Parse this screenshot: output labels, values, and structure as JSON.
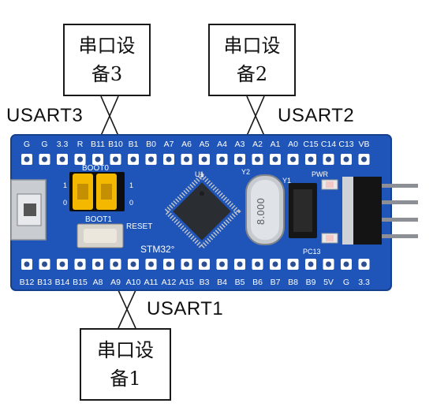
{
  "devices": {
    "device3": {
      "line1": "串口设",
      "line2": "备3"
    },
    "device2": {
      "line1": "串口设",
      "line2": "备2"
    },
    "device1": {
      "line1": "串口设",
      "line2": "备1"
    }
  },
  "connections": {
    "usart3": "USART3",
    "usart2": "USART2",
    "usart1": "USART1"
  },
  "board": {
    "top_pins": [
      "G",
      "G",
      "3.3",
      "R",
      "B11",
      "B10",
      "B1",
      "B0",
      "A7",
      "A6",
      "A5",
      "A4",
      "A3",
      "A2",
      "A1",
      "A0",
      "C15",
      "C14",
      "C13",
      "VB"
    ],
    "bottom_pins": [
      "B12",
      "B13",
      "B14",
      "B15",
      "A8",
      "A9",
      "A10",
      "A11",
      "A12",
      "A15",
      "B3",
      "B4",
      "B5",
      "B6",
      "B7",
      "B8",
      "B9",
      "5V",
      "G",
      "3.3"
    ],
    "silkscreen": {
      "boot0": "BOOT0",
      "boot1": "BOOT1",
      "reset": "RESET",
      "model": "STM32°",
      "u1": "U1",
      "y1": "Y1",
      "y2": "Y2",
      "pwr": "PWR",
      "pc13": "PC13",
      "crystal": "8.000",
      "jumper_marks": [
        "1",
        "0",
        "1",
        "0"
      ]
    },
    "colors": {
      "pcb": "#1f55b8",
      "jumper": "#f5b800",
      "pin_pad": "#ffffff"
    }
  }
}
